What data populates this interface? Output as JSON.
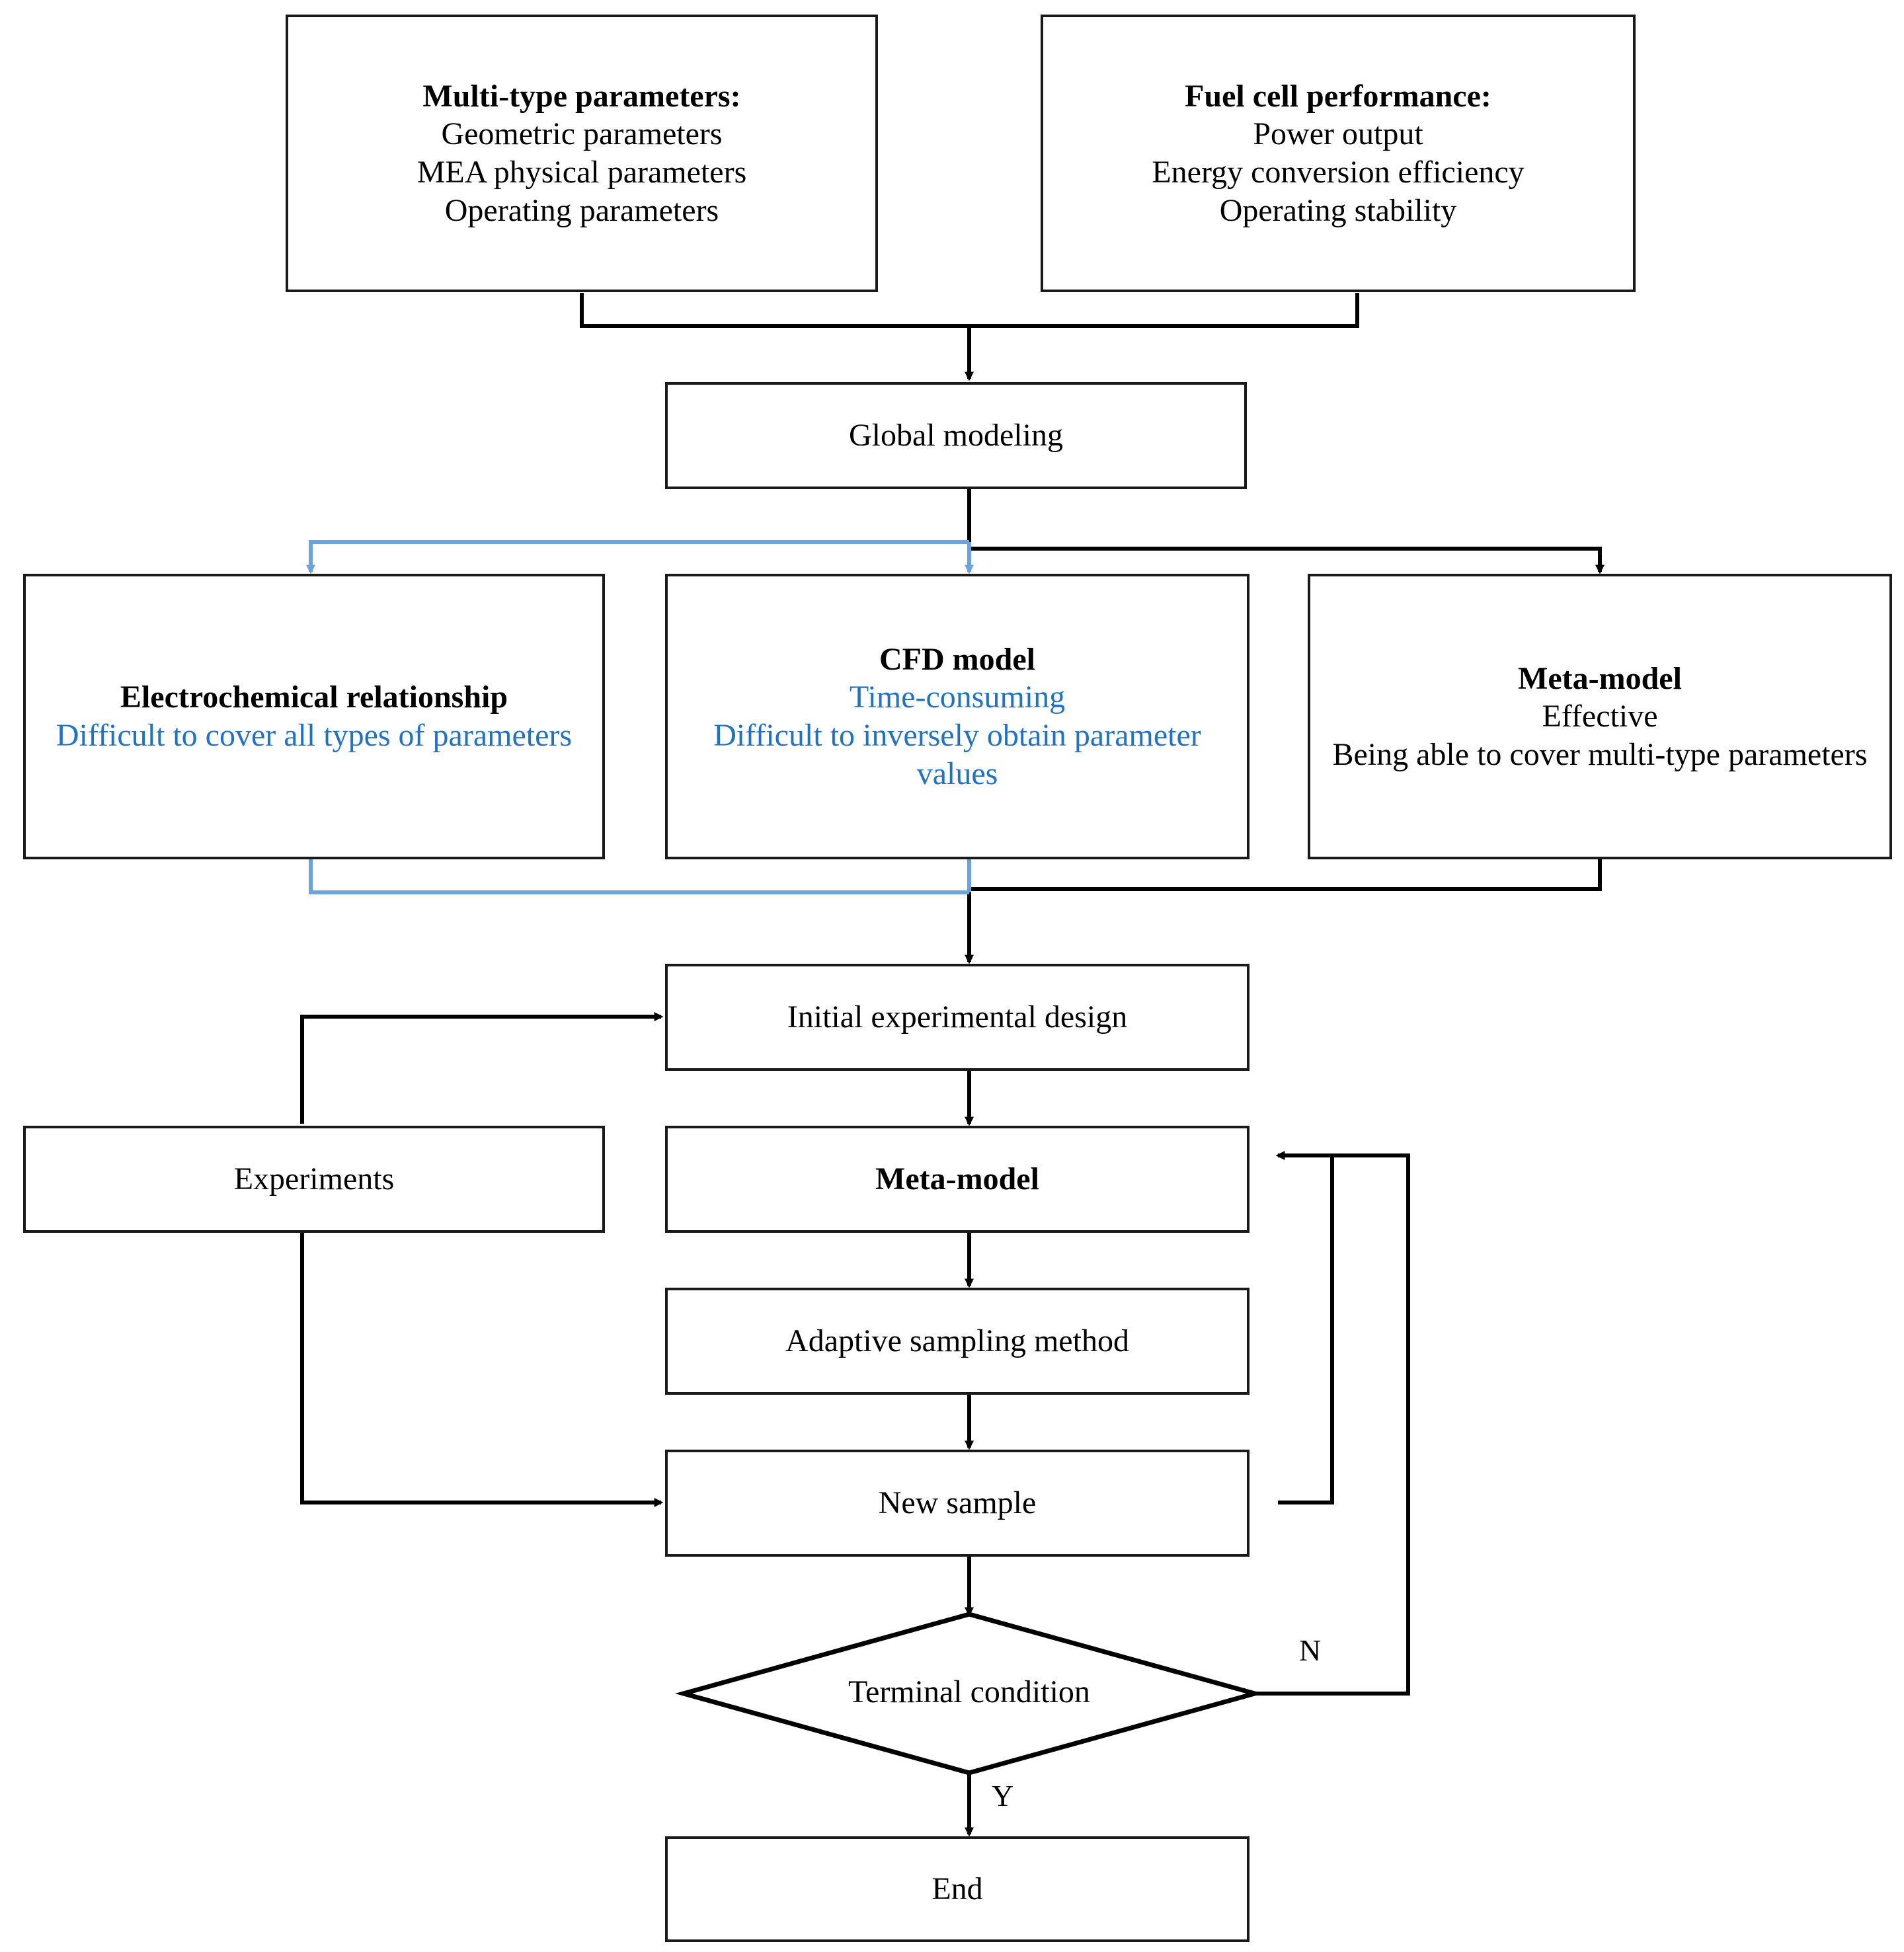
{
  "diagram": {
    "title_present": false,
    "colors": {
      "box_border": "#1a1a1a",
      "text_black": "#000000",
      "text_blue": "#2272c4",
      "arrow_black": "#000000",
      "arrow_blue": "#6ba4dc"
    }
  },
  "nodes": {
    "multi_type_parameters": {
      "heading": "Multi-type parameters:",
      "lines": [
        "Geometric parameters",
        "MEA physical parameters",
        "Operating parameters"
      ]
    },
    "fuel_cell_performance": {
      "heading": "Fuel cell performance:",
      "lines": [
        "Power output",
        "Energy conversion efficiency",
        "Operating stability"
      ]
    },
    "global_modeling": {
      "label": "Global modeling"
    },
    "electrochemical_relationship": {
      "heading": "Electrochemical relationship",
      "note": "Difficult to cover all types of parameters"
    },
    "cfd_model": {
      "heading": "CFD model",
      "note_lines": [
        "Time-consuming",
        "Difficult to inversely obtain parameter values"
      ]
    },
    "meta_model_top": {
      "heading": "Meta-model",
      "note_lines": [
        "Effective",
        "Being able to cover multi-type parameters"
      ]
    },
    "initial_experimental_design": {
      "label": "Initial experimental design"
    },
    "experiments": {
      "label": "Experiments"
    },
    "meta_model": {
      "label": "Meta-model"
    },
    "adaptive_sampling_method": {
      "label": "Adaptive sampling method"
    },
    "new_sample": {
      "label": "New sample"
    },
    "terminal_condition": {
      "label": "Terminal condition"
    },
    "end": {
      "label": "End"
    }
  },
  "edge_labels": {
    "no_branch": "N",
    "yes_branch": "Y"
  }
}
